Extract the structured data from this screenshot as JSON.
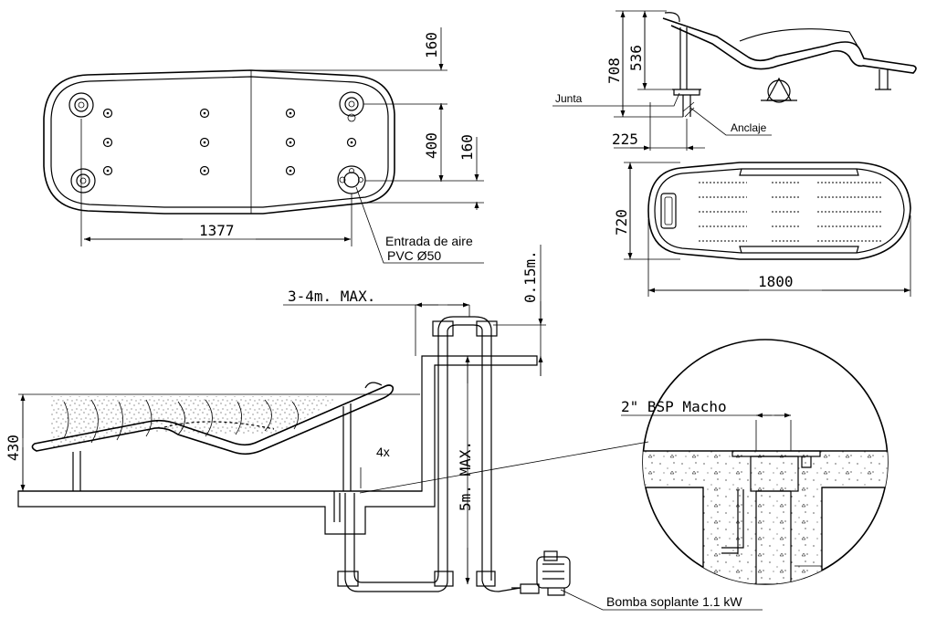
{
  "top_view": {
    "dim_width": "1377",
    "dim_top_margin": "160",
    "dim_spacing": "400",
    "dim_bottom_margin": "160",
    "air_inlet_line1": "Entrada de aire",
    "air_inlet_line2": "PVC Ø50"
  },
  "side_view": {
    "dim_total_height": "708",
    "dim_seat_height": "536",
    "dim_anchor_offset": "225",
    "label_joint": "Junta",
    "label_anchor": "Anclaje"
  },
  "plan_view": {
    "dim_width": "720",
    "dim_length": "1800"
  },
  "install": {
    "dim_max_distance": "3-4m. MAX.",
    "dim_pipe_rise": "0.15m.",
    "dim_bed_height": "430",
    "dim_max_depth": "5m. MAX.",
    "anchor_count": "4x",
    "pump_label": "Bomba soplante 1.1 kW"
  },
  "detail": {
    "thread_label": "2\" BSP Macho"
  }
}
